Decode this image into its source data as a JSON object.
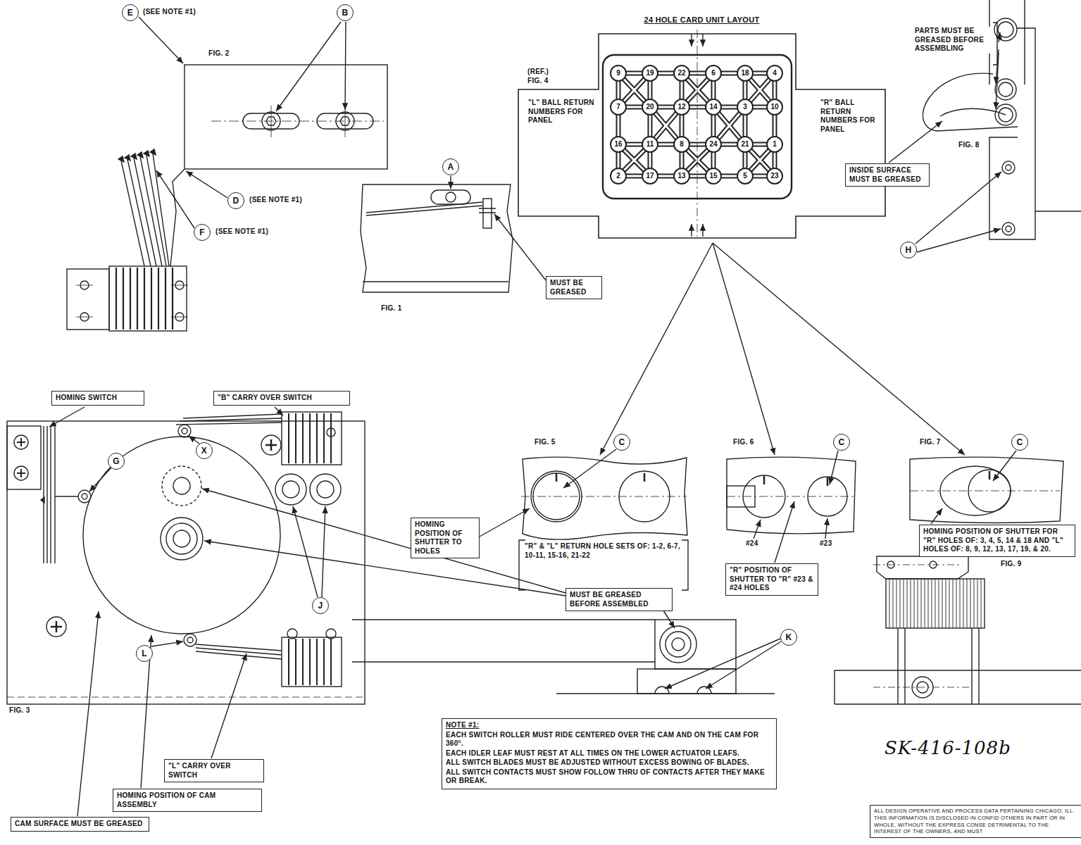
{
  "diagram": {
    "nodes": [
      {
        "text": [
          "E"
        ]
      },
      {
        "text": [
          "B"
        ]
      },
      {
        "text": [
          "A"
        ]
      },
      {
        "text": [
          "D"
        ]
      },
      {
        "text": [
          "F"
        ]
      },
      {
        "text": [
          "MUST BE GREASED"
        ]
      },
      {
        "text": [
          "24 HOLE CARD UNIT LAYOUT",
          "\"L\" BALL RETURN NUMBERS FOR PANEL",
          "\"R\" BALL RETURN NUMBERS FOR PANEL"
        ]
      },
      {
        "text": [
          "9"
        ],
        "in": 6
      },
      {
        "text": [
          "19"
        ],
        "in": 6
      },
      {
        "text": [
          "22"
        ],
        "in": 6
      },
      {
        "text": [
          "6"
        ],
        "in": 6
      },
      {
        "text": [
          "18"
        ],
        "in": 6
      },
      {
        "text": [
          "4"
        ],
        "in": 6
      },
      {
        "text": [
          "7"
        ],
        "in": 6
      },
      {
        "text": [
          "20"
        ],
        "in": 6
      },
      {
        "text": [
          "12"
        ],
        "in": 6
      },
      {
        "text": [
          "14"
        ],
        "in": 6
      },
      {
        "text": [
          "3"
        ],
        "in": 6
      },
      {
        "text": [
          "10"
        ],
        "in": 6
      },
      {
        "text": [
          "16"
        ],
        "in": 6
      },
      {
        "text": [
          "11"
        ],
        "in": 6
      },
      {
        "text": [
          "8"
        ],
        "in": 6
      },
      {
        "text": [
          "24"
        ],
        "in": 6
      },
      {
        "text": [
          "21"
        ],
        "in": 6
      },
      {
        "text": [
          "1"
        ],
        "in": 6
      },
      {
        "text": [
          "2"
        ],
        "in": 6
      },
      {
        "text": [
          "17"
        ],
        "in": 6
      },
      {
        "text": [
          "13"
        ],
        "in": 6
      },
      {
        "text": [
          "15"
        ],
        "in": 6
      },
      {
        "text": [
          "5"
        ],
        "in": 6
      },
      {
        "text": [
          "23"
        ],
        "in": 6
      },
      {
        "text": [
          "INSIDE SURFACE MUST BE GREASED"
        ]
      },
      {
        "text": [
          "H"
        ]
      },
      {
        "text": [
          "HOMING SWITCH"
        ]
      },
      {
        "text": [
          "\"B\" CARRY OVER SWITCH"
        ]
      },
      {
        "text": [
          "G"
        ]
      },
      {
        "text": [
          "X"
        ]
      },
      {
        "text": [
          "J"
        ]
      },
      {
        "text": [
          "C"
        ]
      },
      {
        "text": [
          "HOMING POSITION OF SHUTTER TO HOLES"
        ]
      },
      {
        "text": [
          "C"
        ]
      },
      {
        "text": [
          "\"R\" POSITION OF SHUTTER TO \"R\" #23 & #24 HOLES"
        ]
      },
      {
        "text": [
          "C"
        ]
      },
      {
        "text": [
          "HOMING POSITION OF SHUTTER FOR \"R\" HOLES OF: 3, 4, 5, 14 & 18 AND \"L\" HOLES OF: 8, 9, 12, 13, 17, 19, & 20."
        ]
      },
      {
        "text": [
          "MUST BE GREASED BEFORE ASSEMBLED"
        ]
      },
      {
        "text": [
          "K"
        ]
      },
      {
        "text": [
          "L"
        ]
      },
      {
        "text": [
          "NOTE #1:",
          "EACH SWITCH ROLLER MUST RIDE CENTERED OVER THE CAM AND ON THE CAM FOR 360°.",
          "EACH IDLER LEAF MUST REST AT ALL TIMES ON THE LOWER ACTUATOR LEAFS.",
          "ALL SWITCH BLADES MUST BE ADJUSTED WITHOUT EXCESS BOWING OF BLADES.",
          "ALL SWITCH CONTACTS MUST SHOW FOLLOW THRU OF CONTACTS AFTER THEY MAKE OR BREAK."
        ]
      },
      {
        "text": [
          "\"L\" CARRY OVER SWITCH"
        ]
      },
      {
        "text": [
          "HOMING POSITION OF CAM ASSEMBLY"
        ]
      },
      {
        "text": [
          "CAM SURFACE MUST BE GREASED"
        ]
      },
      {
        "text": [
          "ALL DESIGN OPERATIVE AND PROCESS DATA PERTAINING CHICAGO, ILL. THIS INFORMATION IS DISCLOSED IN CONFID OTHERS IN PART OR IN WHOLE, WITHOUT THE EXPRESS CONSE DETRIMENTAL TO THE INTEREST OF THE OWNERS, AND MUST"
        ]
      }
    ],
    "labels": [
      "FIG. 2",
      "(SEE NOTE #1)",
      "(SEE NOTE #1)",
      "(SEE NOTE #1)",
      "FIG. 1",
      "(REF.) FIG. 4",
      "PARTS MUST BE GREASED BEFORE ASSEMBLING",
      "FIG. 8",
      "FIG. 5",
      "FIG. 6",
      "FIG. 7",
      "\"R\" & \"L\" RETURN HOLE SETS OF: 1-2, 6-7, 10-11, 15-16, 21-22",
      "#24",
      "#23",
      "FIG. 3",
      "FIG. 9",
      "SK-416-108b"
    ]
  }
}
